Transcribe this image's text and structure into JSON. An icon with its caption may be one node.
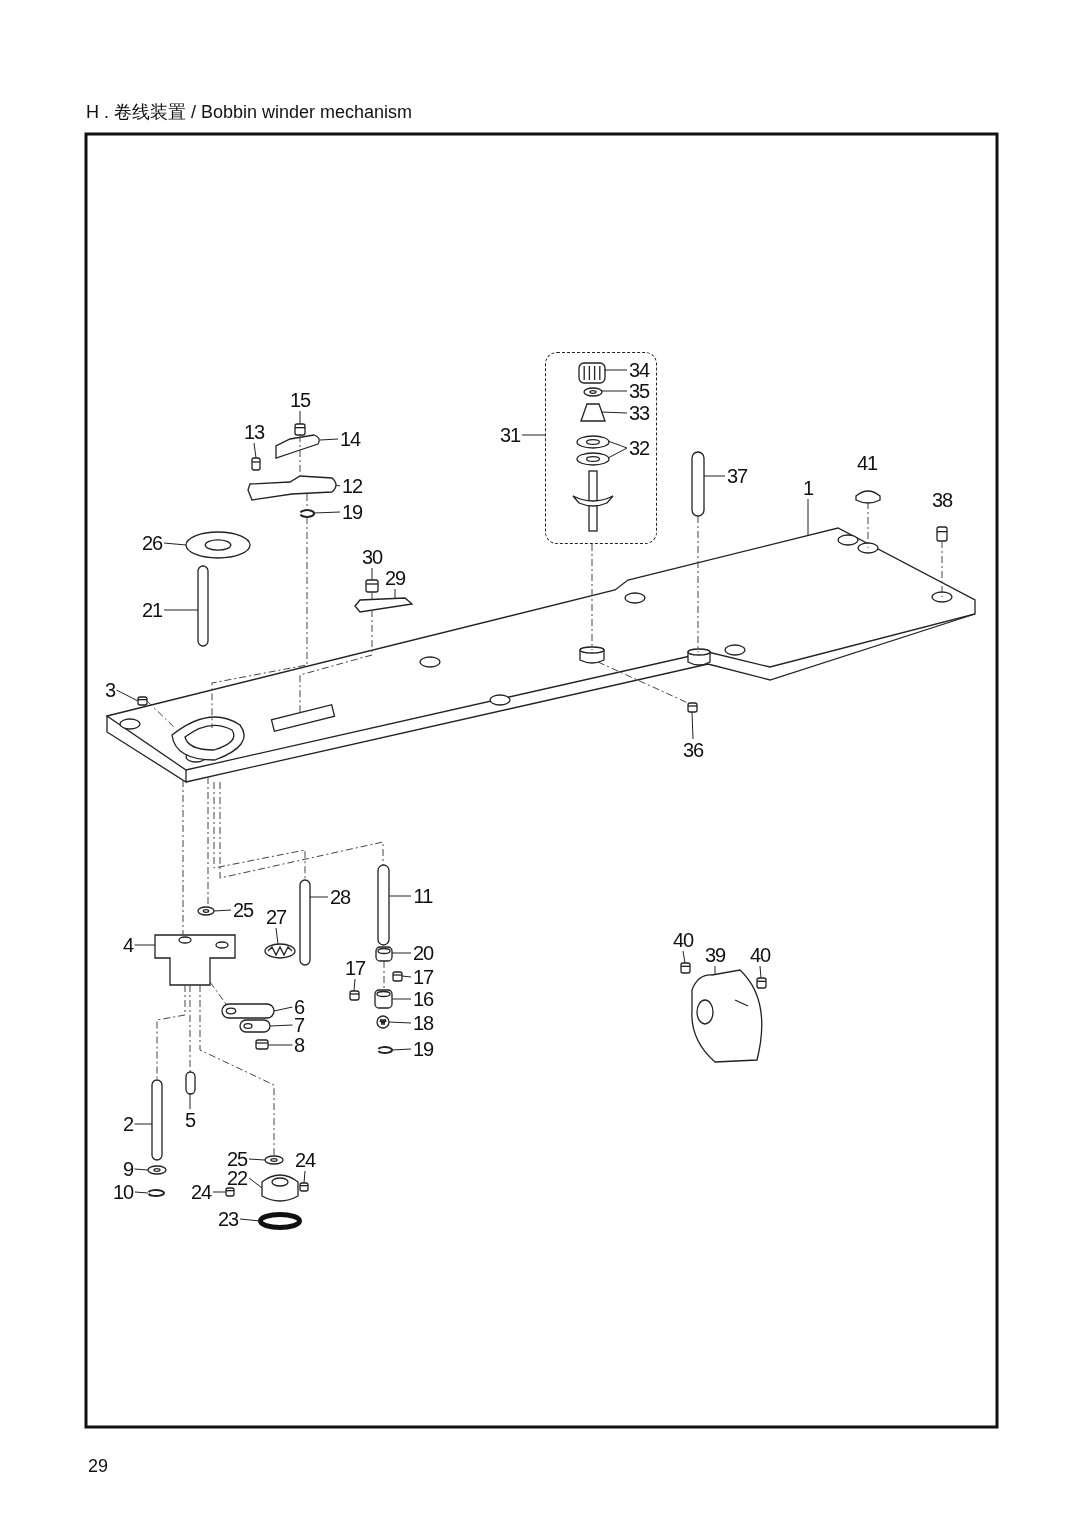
{
  "diagram": {
    "title": "H . 卷线装置 / Bobbin winder mechanism",
    "nodes": [
      {
        "text": [
          "15"
        ]
      },
      {
        "text": [
          "13"
        ]
      },
      {
        "text": [
          "14"
        ]
      },
      {
        "text": [
          "31"
        ]
      },
      {
        "text": [
          "34"
        ],
        "in": 47
      },
      {
        "text": [
          "35"
        ],
        "in": 47
      },
      {
        "text": [
          "33"
        ],
        "in": 47
      },
      {
        "text": [
          "32"
        ],
        "in": 47
      },
      {
        "text": [
          "12"
        ]
      },
      {
        "text": [
          "19"
        ]
      },
      {
        "text": [
          "37"
        ]
      },
      {
        "text": [
          "1"
        ]
      },
      {
        "text": [
          "26"
        ]
      },
      {
        "text": [
          "30"
        ]
      },
      {
        "text": [
          "29"
        ]
      },
      {
        "text": [
          "21"
        ]
      },
      {
        "text": [
          "3"
        ]
      },
      {
        "text": [
          "36"
        ]
      },
      {
        "text": [
          "28"
        ]
      },
      {
        "text": [
          "11"
        ]
      },
      {
        "text": [
          "25"
        ]
      },
      {
        "text": [
          "27"
        ]
      },
      {
        "text": [
          "4"
        ]
      },
      {
        "text": [
          "20"
        ]
      },
      {
        "text": [
          "40"
        ]
      },
      {
        "text": [
          "39"
        ]
      },
      {
        "text": [
          "40"
        ]
      },
      {
        "text": [
          "17"
        ]
      },
      {
        "text": [
          "17"
        ]
      },
      {
        "text": [
          "16"
        ]
      },
      {
        "text": [
          "6"
        ]
      },
      {
        "text": [
          "7"
        ]
      },
      {
        "text": [
          "18"
        ]
      },
      {
        "text": [
          "8"
        ]
      },
      {
        "text": [
          "19"
        ]
      },
      {
        "text": [
          "5"
        ]
      },
      {
        "text": [
          "2"
        ]
      },
      {
        "text": [
          "25"
        ]
      },
      {
        "text": [
          "24"
        ]
      },
      {
        "text": [
          "9"
        ]
      },
      {
        "text": [
          "22"
        ]
      },
      {
        "text": [
          "24"
        ]
      },
      {
        "text": [
          "10"
        ]
      },
      {
        "text": [
          "23"
        ]
      },
      {
        "text": [],
        "shape": "screw"
      },
      {
        "text": [],
        "shape": "screw"
      },
      {
        "text": [],
        "shape": "bracket"
      },
      {
        "text": [],
        "shape": "box"
      },
      {
        "text": [],
        "shape": "knob",
        "in": 47
      },
      {
        "text": [],
        "shape": "washer",
        "in": 47
      },
      {
        "text": [],
        "shape": "cone",
        "in": 47
      },
      {
        "text": [],
        "shape": "disc",
        "in": 47
      },
      {
        "text": [],
        "shape": "disc",
        "in": 47
      },
      {
        "text": [],
        "shape": "lever"
      },
      {
        "text": [],
        "shape": "ring"
      },
      {
        "text": [],
        "shape": "pin"
      },
      {
        "text": [],
        "shape": "plate"
      },
      {
        "text": [],
        "shape": "disc"
      },
      {
        "text": [],
        "shape": "screw"
      },
      {
        "text": [],
        "shape": "bracket"
      },
      {
        "text": [],
        "shape": "pin"
      },
      {
        "text": [],
        "shape": "screw"
      },
      {
        "text": [],
        "shape": "screw"
      },
      {
        "text": [],
        "shape": "pin"
      },
      {
        "text": [],
        "shape": "pin"
      },
      {
        "text": [],
        "shape": "washer"
      },
      {
        "text": [],
        "shape": "spring"
      },
      {
        "text": [],
        "shape": "bracket"
      },
      {
        "text": [],
        "shape": "collar"
      },
      {
        "text": [],
        "shape": "screw"
      },
      {
        "text": [],
        "shape": "cam"
      },
      {
        "text": [],
        "shape": "screw"
      },
      {
        "text": [],
        "shape": "screw"
      },
      {
        "text": [],
        "shape": "screw"
      },
      {
        "text": [],
        "shape": "collar"
      },
      {
        "text": [],
        "shape": "link"
      },
      {
        "text": [],
        "shape": "link"
      },
      {
        "text": [],
        "shape": "spring"
      },
      {
        "text": [],
        "shape": "screw"
      },
      {
        "text": [],
        "shape": "ring"
      },
      {
        "text": [],
        "shape": "pin"
      },
      {
        "text": [],
        "shape": "pin"
      },
      {
        "text": [],
        "shape": "washer"
      },
      {
        "text": [],
        "shape": "screw"
      },
      {
        "text": [],
        "shape": "washer"
      },
      {
        "text": [],
        "shape": "pulley"
      },
      {
        "text": [],
        "shape": "screw"
      },
      {
        "text": [],
        "shape": "ring"
      },
      {
        "text": [],
        "shape": "belt"
      },
      {
        "text": [],
        "shape": "cap"
      },
      {
        "text": [],
        "shape": "screw"
      }
    ],
    "edges": [
      {
        "from": 0,
        "to": 44,
        "arrow": "none"
      },
      {
        "from": 1,
        "to": 45,
        "arrow": "none"
      },
      {
        "from": 2,
        "to": 46,
        "arrow": "none"
      },
      {
        "from": 3,
        "to": 47,
        "arrow": "none"
      },
      {
        "from": 4,
        "to": 48,
        "arrow": "none"
      },
      {
        "from": 5,
        "to": 49,
        "arrow": "none"
      },
      {
        "from": 6,
        "to": 50,
        "arrow": "none"
      },
      {
        "from": 7,
        "to": 51,
        "arrow": "none"
      },
      {
        "from": 7,
        "to": 52,
        "arrow": "none"
      },
      {
        "from": 8,
        "to": 53,
        "arrow": "none"
      },
      {
        "from": 9,
        "to": 54,
        "arrow": "none"
      },
      {
        "from": 10,
        "to": 55,
        "arrow": "none"
      },
      {
        "from": 11,
        "to": 56,
        "arrow": "none"
      },
      {
        "from": 12,
        "to": 57,
        "arrow": "none"
      },
      {
        "from": 13,
        "to": 58,
        "arrow": "none"
      },
      {
        "from": 14,
        "to": 59,
        "arrow": "none"
      },
      {
        "from": 15,
        "to": 60,
        "arrow": "none"
      },
      {
        "from": 16,
        "to": 61,
        "arrow": "none"
      },
      {
        "from": 17,
        "to": 62,
        "arrow": "none"
      },
      {
        "from": 18,
        "to": 63,
        "arrow": "none"
      },
      {
        "from": 19,
        "to": 64,
        "arrow": "none"
      },
      {
        "from": 20,
        "to": 65,
        "arrow": "none"
      },
      {
        "from": 21,
        "to": 66,
        "arrow": "none"
      },
      {
        "from": 22,
        "to": 67,
        "arrow": "none"
      },
      {
        "from": 23,
        "to": 68,
        "arrow": "none"
      },
      {
        "from": 24,
        "to": 69,
        "arrow": "none"
      },
      {
        "from": 25,
        "to": 70,
        "arrow": "none"
      },
      {
        "from": 26,
        "to": 71,
        "arrow": "none"
      },
      {
        "from": 27,
        "to": 72,
        "arrow": "none"
      },
      {
        "from": 28,
        "to": 73,
        "arrow": "none"
      },
      {
        "from": 29,
        "to": 74,
        "arrow": "none"
      },
      {
        "from": 30,
        "to": 75,
        "arrow": "none"
      },
      {
        "from": 31,
        "to": 76,
        "arrow": "none"
      },
      {
        "from": 32,
        "to": 77,
        "arrow": "none"
      },
      {
        "from": 33,
        "to": 78,
        "arrow": "none"
      },
      {
        "from": 34,
        "to": 79,
        "arrow": "none"
      },
      {
        "from": 35,
        "to": 80,
        "arrow": "none"
      },
      {
        "from": 36,
        "to": 81,
        "arrow": "none"
      },
      {
        "from": 37,
        "to": 82,
        "arrow": "none"
      },
      {
        "from": 38,
        "to": 83,
        "arrow": "none"
      },
      {
        "from": 39,
        "to": 84,
        "arrow": "none"
      },
      {
        "from": 40,
        "to": 85,
        "arrow": "none"
      },
      {
        "from": 41,
        "to": 86,
        "arrow": "none"
      },
      {
        "from": 42,
        "to": 87,
        "arrow": "none"
      },
      {
        "from": 43,
        "to": 88,
        "arrow": "none"
      },
      {
        "from": 44,
        "to": 53,
        "arrow": "none",
        "style": "dashed"
      },
      {
        "from": 53,
        "to": 54,
        "arrow": "none",
        "style": "dashed"
      },
      {
        "from": 54,
        "to": 56,
        "arrow": "none",
        "style": "dashed"
      },
      {
        "from": 58,
        "to": 59,
        "arrow": "none",
        "style": "dashed"
      },
      {
        "from": 59,
        "to": 56,
        "arrow": "none",
        "style": "dashed"
      },
      {
        "from": 47,
        "to": 56,
        "arrow": "none",
        "style": "dashed"
      },
      {
        "from": 55,
        "to": 56,
        "arrow": "none",
        "style": "dashed"
      },
      {
        "from": 89,
        "to": 56,
        "arrow": "none",
        "style": "dashed"
      },
      {
        "from": 90,
        "to": 56,
        "arrow": "none",
        "style": "dashed"
      },
      {
        "from": 56,
        "to": 62,
        "arrow": "none",
        "style": "dashed"
      },
      {
        "from": 61,
        "to": 56,
        "arrow": "none",
        "style": "dashed"
      },
      {
        "from": 56,
        "to": 63,
        "arrow": "none",
        "style": "dashed"
      },
      {
        "from": 56,
        "to": 64,
        "arrow": "none",
        "style": "dashed"
      },
      {
        "from": 56,
        "to": 67,
        "arrow": "none",
        "style": "dashed"
      },
      {
        "from": 67,
        "to": 81,
        "arrow": "none",
        "style": "dashed"
      },
      {
        "from": 67,
        "to": 80,
        "arrow": "none",
        "style": "dashed"
      },
      {
        "from": 67,
        "to": 82,
        "arrow": "none",
        "style": "dashed"
      },
      {
        "from": 68,
        "to": 74,
        "arrow": "none",
        "style": "dashed"
      },
      {
        "from": 67,
        "to": 75,
        "arrow": "none",
        "style": "dashed"
      },
      {
        "from": 56,
        "to": 65,
        "arrow": "none",
        "style": "dashed"
      }
    ],
    "labels": [
      "41",
      "38",
      "29"
    ]
  }
}
